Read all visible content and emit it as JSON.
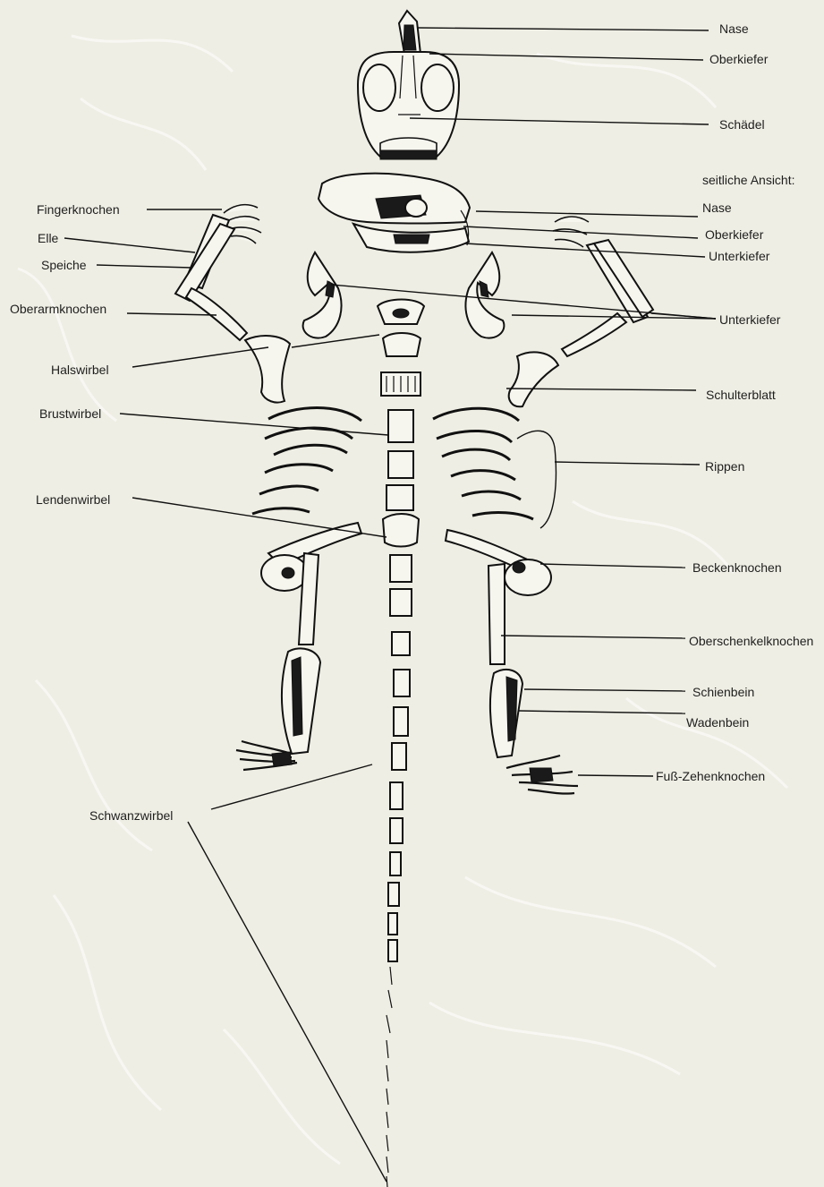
{
  "labels": {
    "nase": "Nase",
    "oberkiefer": "Oberkiefer",
    "schaedel": "Schädel",
    "seitliche_ansicht": "seitliche Ansicht:",
    "nase_seitlich": "Nase",
    "oberkiefer_seitlich": "Oberkiefer",
    "unterkiefer_seitlich": "Unterkiefer",
    "unterkiefer": "Unterkiefer",
    "fingerknochen": "Fingerknochen",
    "elle": "Elle",
    "speiche": "Speiche",
    "oberarmknochen": "Oberarmknochen",
    "halswirbel": "Halswirbel",
    "brustwirbel": "Brustwirbel",
    "lendenwirbel": "Lendenwirbel",
    "schulterblatt": "Schulterblatt",
    "rippen": "Rippen",
    "beckenknochen": "Beckenknochen",
    "oberschenkelknochen": "Oberschenkelknochen",
    "schienbein": "Schienbein",
    "wadenbein": "Wadenbein",
    "fuss_zehenknochen": "Fuß-Zehenknochen",
    "schwanzwirbel": "Schwanzwirbel"
  }
}
